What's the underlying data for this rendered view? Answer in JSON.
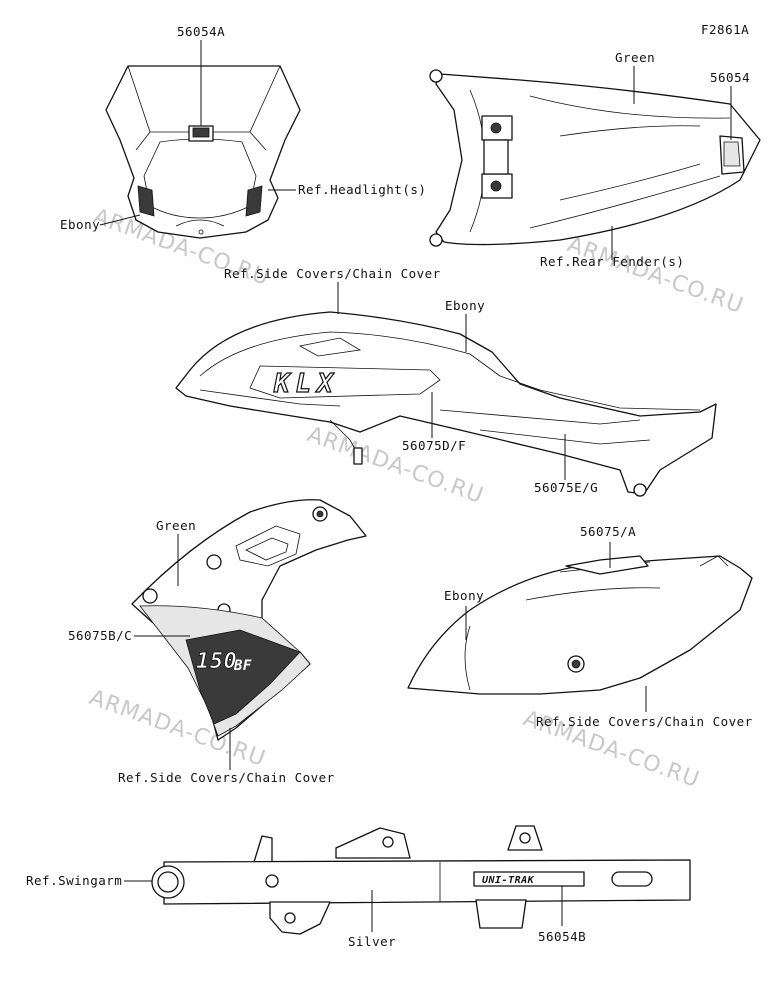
{
  "diagram_id": "F2861A",
  "watermark": "ARMADA-CO.RU",
  "labels": {
    "p56054A": "56054A",
    "headlight": "Ref.Headlight(s)",
    "ebony_1": "Ebony",
    "green_1": "Green",
    "p56054": "56054",
    "rear_fender": "Ref.Rear Fender(s)",
    "side_covers_1": "Ref.Side Covers/Chain Cover",
    "ebony_2": "Ebony",
    "p56075DF": "56075D/F",
    "p56075EG": "56075E/G",
    "green_2": "Green",
    "p56075BC": "56075B/C",
    "side_covers_2": "Ref.Side Covers/Chain Cover",
    "p56075A": "56075/A",
    "ebony_3": "Ebony",
    "side_covers_3": "Ref.Side Covers/Chain Cover",
    "swingarm": "Ref.Swingarm",
    "silver": "Silver",
    "p56054B": "56054B"
  },
  "decals": {
    "klx": "KLX",
    "model_150": "150",
    "model_bf": "BF",
    "unitrak": "UNI-TRAK"
  }
}
